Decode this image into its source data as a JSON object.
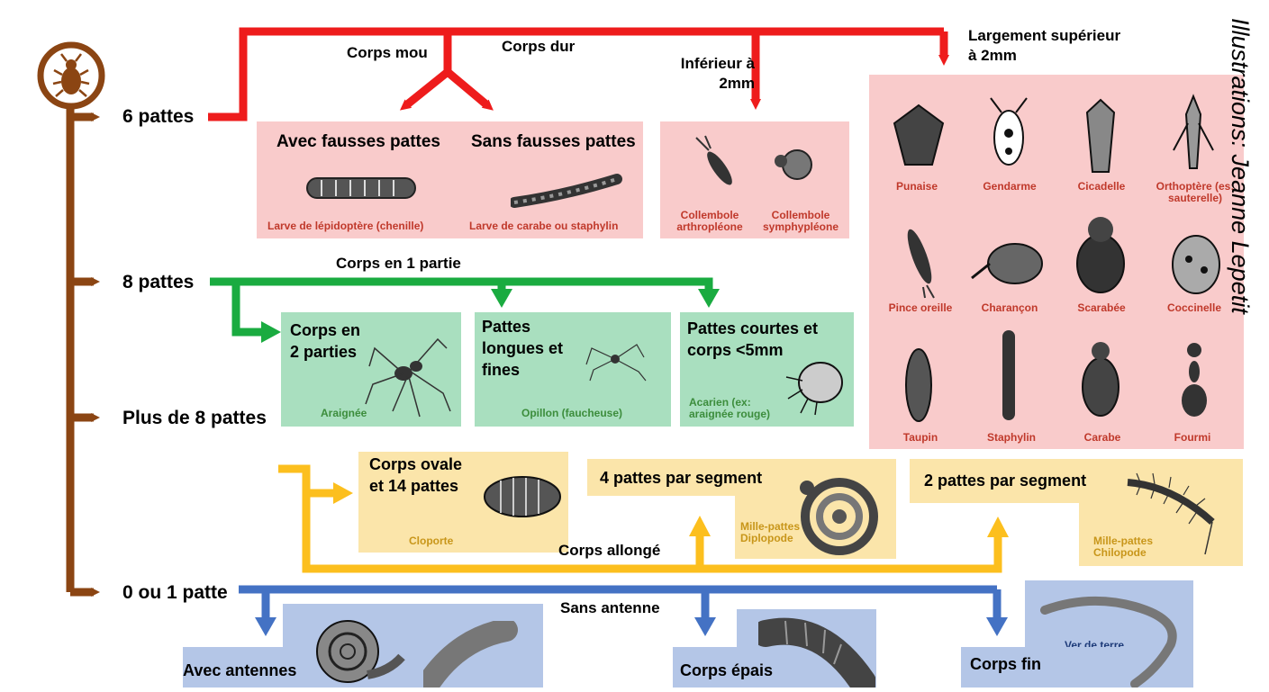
{
  "root_icon": "beetle-icon",
  "credit": "Illustrations: Jeanne Lepetit",
  "levels": {
    "six": "6 pattes",
    "eight": "8 pattes",
    "more": "Plus de 8 pattes",
    "zero": "0 ou 1 patte"
  },
  "six_legs": {
    "labels": {
      "soft": "Corps mou",
      "hard": "Corps dur",
      "small": "Inférieur à 2mm",
      "large": "Largement supérieur à 2mm"
    },
    "larvae": {
      "left_title": "Avec fausses pattes",
      "right_title": "Sans fausses pattes",
      "left_caption": "Larve de lépidoptère (chenille)",
      "right_caption": "Larve de carabe ou staphylin"
    },
    "collembola": [
      "Collembole arthropléone",
      "Collembole symphypléone"
    ],
    "insects": [
      "Punaise",
      "Gendarme",
      "Cicadelle",
      "Orthoptère (es: sauterelle)",
      "Pince oreille",
      "Charançon",
      "Scarabée",
      "Coccinelle",
      "Taupin",
      "Staphylin",
      "Carabe",
      "Fourmi"
    ]
  },
  "eight_legs": {
    "label": "Corps en 1 partie",
    "boxes": [
      {
        "title": "Corps en 2 parties",
        "caption": "Araignée"
      },
      {
        "title": "Pattes longues et fines",
        "caption": "Opillon (faucheuse)"
      },
      {
        "title": "Pattes courtes et corps <5mm",
        "caption": "Acarien (ex: araignée rouge)"
      }
    ]
  },
  "many_legs": {
    "label": "Corps allongé",
    "cloporte_title": "Corps ovale et 14 pattes",
    "cloporte_caption": "Cloporte",
    "four_title": "4 pattes par segment",
    "four_caption": "Mille-pattes Diplopode",
    "two_title": "2 pattes par segment",
    "two_caption": "Mille-pattes Chilopode"
  },
  "no_legs": {
    "label": "Sans antenne",
    "boxes": [
      "Avec antennes",
      "Corps épais",
      "Corps fin"
    ],
    "worm_caption": "Ver de terre"
  },
  "colors": {
    "brown": "#8b4513",
    "red": "#ee1c1c",
    "green": "#1aab40",
    "yellow": "#fcbf1e",
    "blue": "#4472c4"
  }
}
